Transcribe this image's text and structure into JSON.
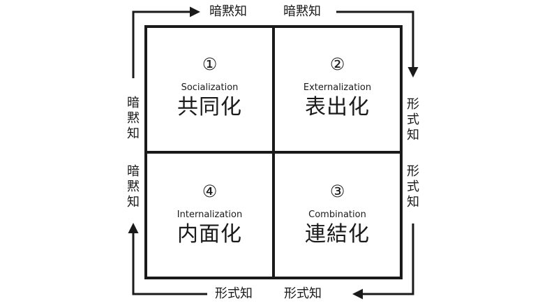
{
  "edges": {
    "top_left": "暗黙知",
    "top_right": "暗黙知",
    "bottom_left": "形式知",
    "bottom_right": "形式知",
    "left_upper": [
      "暗",
      "黙",
      "知"
    ],
    "left_lower": [
      "暗",
      "黙",
      "知"
    ],
    "right_upper": [
      "形",
      "式",
      "知"
    ],
    "right_lower": [
      "形",
      "式",
      "知"
    ]
  },
  "quadrants": {
    "socialization": {
      "number": "①",
      "english": "Socialization",
      "japanese": "共同化"
    },
    "externalization": {
      "number": "②",
      "english": "Externalization",
      "japanese": "表出化"
    },
    "internalization": {
      "number": "④",
      "english": "Internalization",
      "japanese": "内面化"
    },
    "combination": {
      "number": "③",
      "english": "Combination",
      "japanese": "連結化"
    }
  }
}
